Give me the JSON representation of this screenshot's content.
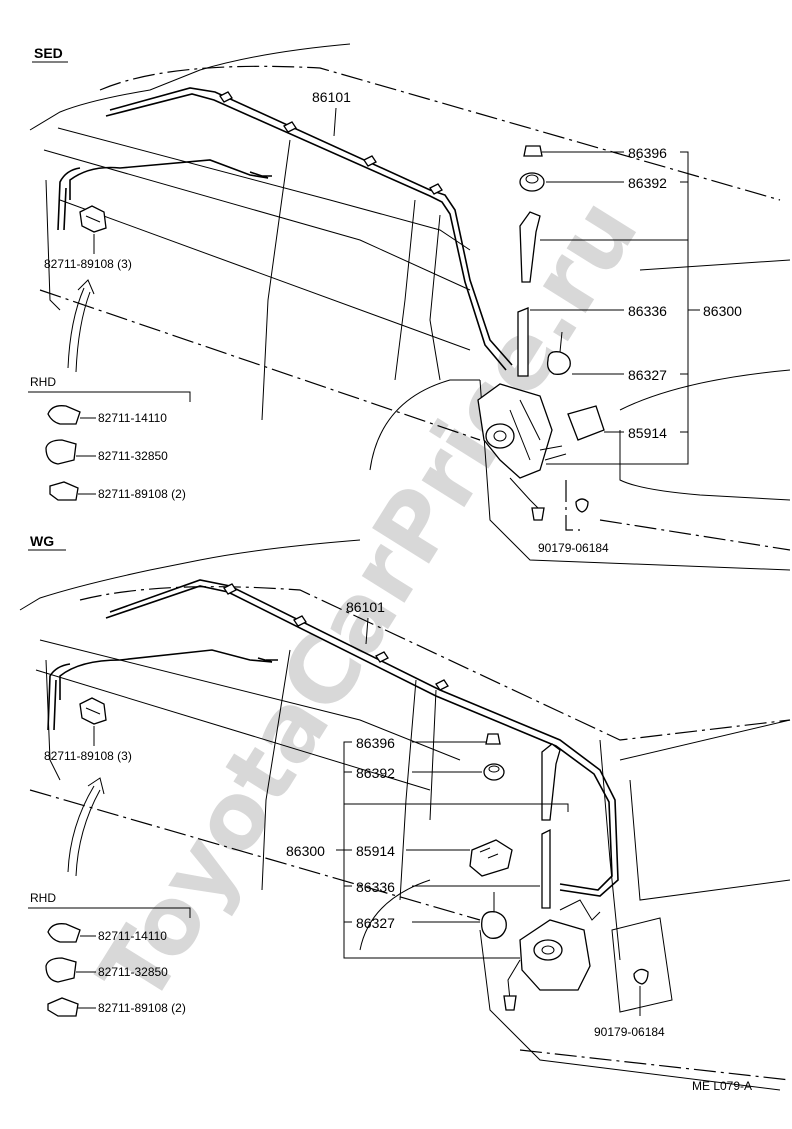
{
  "watermark": "ToyotaCarPrice.ru",
  "footer_code": "ME L079-A",
  "sections": {
    "sed": {
      "title": "SED",
      "main_part": "86101",
      "clip_upper": "82711-89108 (3)",
      "rhd_label": "RHD",
      "rhd_items": [
        "82711-14110",
        "82711-32850",
        "82711-89108 (2)"
      ],
      "parts": {
        "cap": "86396",
        "nut": "86392",
        "mast": "86336",
        "assy": "86300",
        "spring": "86327",
        "relay": "85914",
        "grommet": "90179-06184"
      }
    },
    "wg": {
      "title": "WG",
      "main_part": "86101",
      "clip_upper": "82711-89108 (3)",
      "rhd_label": "RHD",
      "rhd_items": [
        "82711-14110",
        "82711-32850",
        "82711-89108 (2)"
      ],
      "parts": {
        "cap": "86396",
        "nut": "86392",
        "assy": "86300",
        "relay": "85914",
        "mast": "86336",
        "spring": "86327",
        "grommet": "90179-06184"
      }
    }
  }
}
